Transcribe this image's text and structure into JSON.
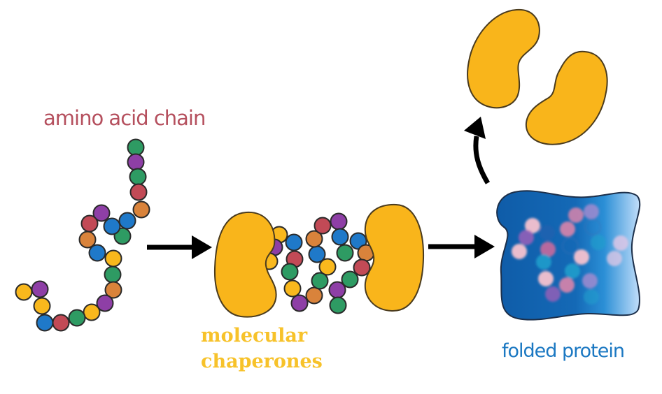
{
  "labels": {
    "amino_acid_chain": "amino acid chain",
    "molecular": "molecular",
    "chaperones": "chaperones",
    "folded_protein": "folded protein"
  },
  "colors": {
    "amino_label": "#b5505e",
    "chaperone_label": "#f7c22a",
    "folded_label": "#1b78c2",
    "chaperone_fill": "#f9b51b",
    "outline": "#4a3b1e",
    "arrow": "#000000",
    "protein_dark": "#0f5ca8",
    "protein_light": "#b9d9f1"
  },
  "bead_palette": {
    "green": "#2e9b63",
    "purple": "#8e3fa6",
    "red": "#c24a56",
    "orange": "#d9833b",
    "blue": "#1f79c9",
    "yellow": "#f9b81d"
  },
  "stages": [
    {
      "id": "unfolded",
      "name": "amino acid chain",
      "bead_sequence": [
        "green",
        "purple",
        "green",
        "red",
        "orange",
        "blue",
        "green",
        "blue",
        "purple",
        "red",
        "orange",
        "blue",
        "yellow",
        "green",
        "orange",
        "purple",
        "yellow",
        "green",
        "red",
        "blue",
        "yellow",
        "purple",
        "yellow"
      ]
    },
    {
      "id": "chaperone-bound",
      "name": "molecular chaperones",
      "chaperone_count": 2,
      "bead_sequence": [
        "yellow",
        "purple",
        "yellow",
        "blue",
        "red",
        "green",
        "yellow",
        "purple",
        "orange",
        "green",
        "yellow",
        "blue",
        "orange",
        "red",
        "purple",
        "blue",
        "green",
        "blue",
        "orange",
        "red",
        "green",
        "purple",
        "green"
      ]
    },
    {
      "id": "folded",
      "name": "folded protein",
      "released_chaperones": 2
    }
  ]
}
